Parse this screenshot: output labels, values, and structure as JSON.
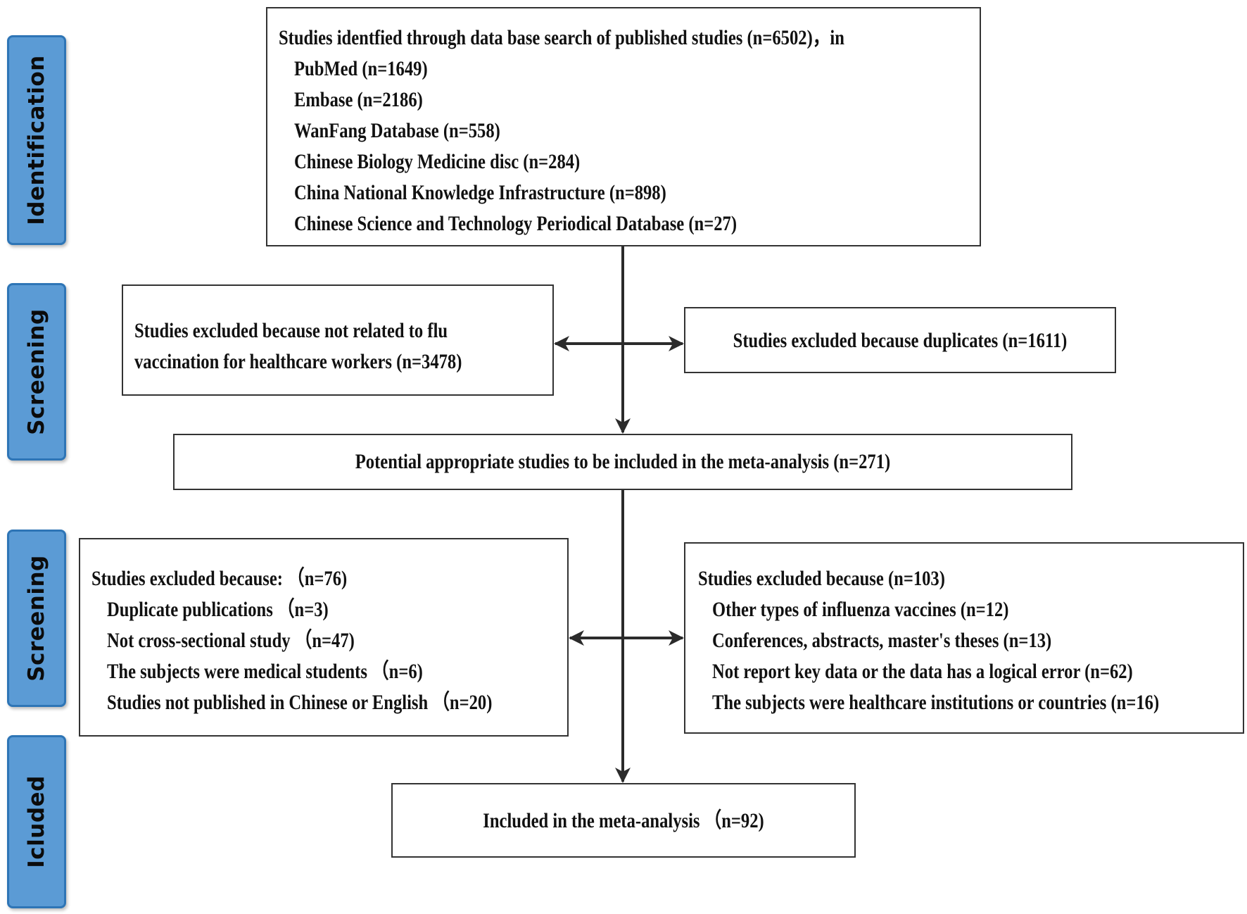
{
  "phases": {
    "identification": "Identification",
    "screening_1": "Screening",
    "screening_2": "Screening",
    "included": "Icluded"
  },
  "identification_box": {
    "lines": [
      "Studies  identfied through data base search of published studies (n=6502)，in",
      "PubMed (n=1649)",
      "Embase (n=2186)",
      "WanFang Database  (n=558)",
      "Chinese  Biology Medicine disc (n=284)",
      "China National Knowledge Infrastructure  (n=898)",
      "Chinese Science and Technology Periodical Database  (n=27)"
    ]
  },
  "excluded_unrelated": {
    "lines": [
      "Studies excluded because not related to flu",
      "vaccination for healthcare workers (n=3478)"
    ]
  },
  "excluded_duplicates": {
    "text": "Studies excluded because duplicates  (n=1611)"
  },
  "potential_box": {
    "text": "Potential appropriate studies to be included in the meta-analysis (n=271)"
  },
  "excluded_left": {
    "lines": [
      "Studies excluded because: （n=76)",
      "Duplicate publications （n=3)",
      "Not cross-sectional study （n=47)",
      "The subjects were medical students （n=6)",
      "Studies not published in Chinese or English （n=20)"
    ]
  },
  "excluded_right": {
    "lines": [
      "Studies excluded because (n=103)",
      "Other types of influenza vaccines (n=12)",
      "Conferences, abstracts, master's theses (n=13)",
      "Not report key data or  the data has a logical error (n=62)",
      "The subjects were  healthcare institutions or countries (n=16)"
    ]
  },
  "included_box": {
    "text": "Included in the meta-analysis （n=92)"
  },
  "colors": {
    "phase_fill": "#5b9bd5",
    "phase_border": "#2e75b6",
    "box_border": "#333333",
    "arrow": "#2b2b2b"
  }
}
